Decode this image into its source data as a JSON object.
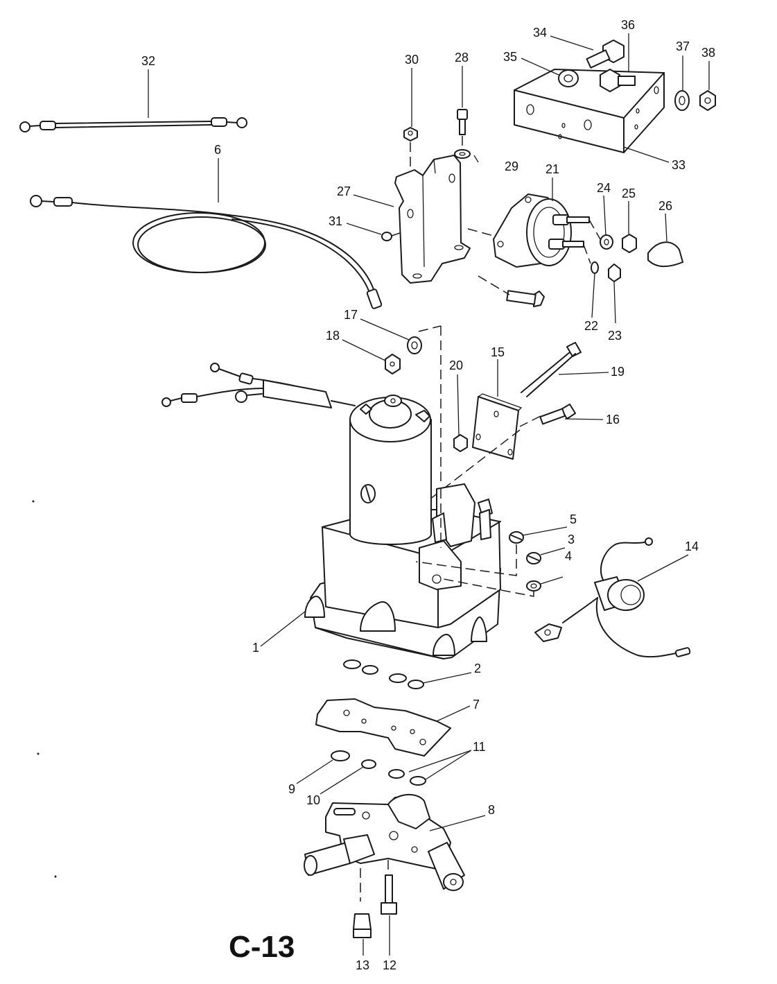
{
  "figure": {
    "code": "C-13"
  },
  "callouts": [
    {
      "id": "c1",
      "text": "1"
    },
    {
      "id": "c2",
      "text": "2"
    },
    {
      "id": "c3",
      "text": "3"
    },
    {
      "id": "c4",
      "text": "4"
    },
    {
      "id": "c5",
      "text": "5"
    },
    {
      "id": "c6",
      "text": "6"
    },
    {
      "id": "c7",
      "text": "7"
    },
    {
      "id": "c8",
      "text": "8"
    },
    {
      "id": "c9",
      "text": "9"
    },
    {
      "id": "c10",
      "text": "10"
    },
    {
      "id": "c11",
      "text": "11"
    },
    {
      "id": "c12",
      "text": "12"
    },
    {
      "id": "c13",
      "text": "13"
    },
    {
      "id": "c14",
      "text": "14"
    },
    {
      "id": "c15",
      "text": "15"
    },
    {
      "id": "c16",
      "text": "16"
    },
    {
      "id": "c17",
      "text": "17"
    },
    {
      "id": "c18",
      "text": "18"
    },
    {
      "id": "c19",
      "text": "19"
    },
    {
      "id": "c20",
      "text": "20"
    },
    {
      "id": "c21",
      "text": "21"
    },
    {
      "id": "c22",
      "text": "22"
    },
    {
      "id": "c23",
      "text": "23"
    },
    {
      "id": "c24",
      "text": "24"
    },
    {
      "id": "c25",
      "text": "25"
    },
    {
      "id": "c26",
      "text": "26"
    },
    {
      "id": "c27",
      "text": "27"
    },
    {
      "id": "c28",
      "text": "28"
    },
    {
      "id": "c29",
      "text": "29"
    },
    {
      "id": "c30",
      "text": "30"
    },
    {
      "id": "c31",
      "text": "31"
    },
    {
      "id": "c32",
      "text": "32"
    },
    {
      "id": "c33",
      "text": "33"
    },
    {
      "id": "c34",
      "text": "34"
    },
    {
      "id": "c35",
      "text": "35"
    },
    {
      "id": "c36",
      "text": "36"
    },
    {
      "id": "c37",
      "text": "37"
    },
    {
      "id": "c38",
      "text": "38"
    }
  ]
}
